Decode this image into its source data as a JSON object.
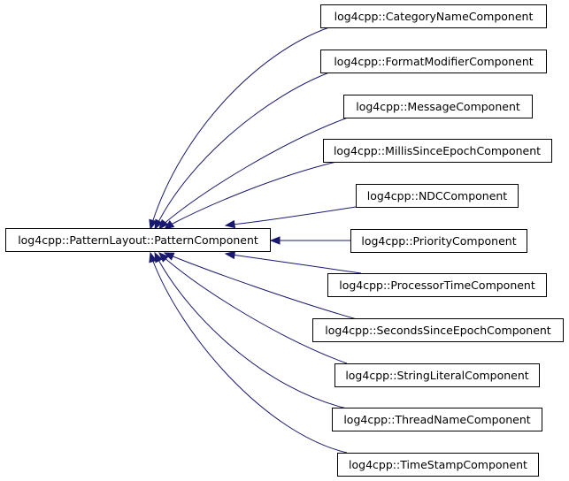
{
  "diagram": {
    "base": {
      "label": "log4cpp::PatternLayout::PatternComponent"
    },
    "derived": [
      {
        "label": "log4cpp::CategoryNameComponent"
      },
      {
        "label": "log4cpp::FormatModifierComponent"
      },
      {
        "label": "log4cpp::MessageComponent"
      },
      {
        "label": "log4cpp::MillisSinceEpochComponent"
      },
      {
        "label": "log4cpp::NDCComponent"
      },
      {
        "label": "log4cpp::PriorityComponent"
      },
      {
        "label": "log4cpp::ProcessorTimeComponent"
      },
      {
        "label": "log4cpp::SecondsSinceEpochComponent"
      },
      {
        "label": "log4cpp::StringLiteralComponent"
      },
      {
        "label": "log4cpp::ThreadNameComponent"
      },
      {
        "label": "log4cpp::TimeStampComponent"
      }
    ],
    "colors": {
      "edge": "#191970",
      "box_border": "#000000",
      "box_fill": "#ffffff",
      "text": "#000000"
    }
  }
}
